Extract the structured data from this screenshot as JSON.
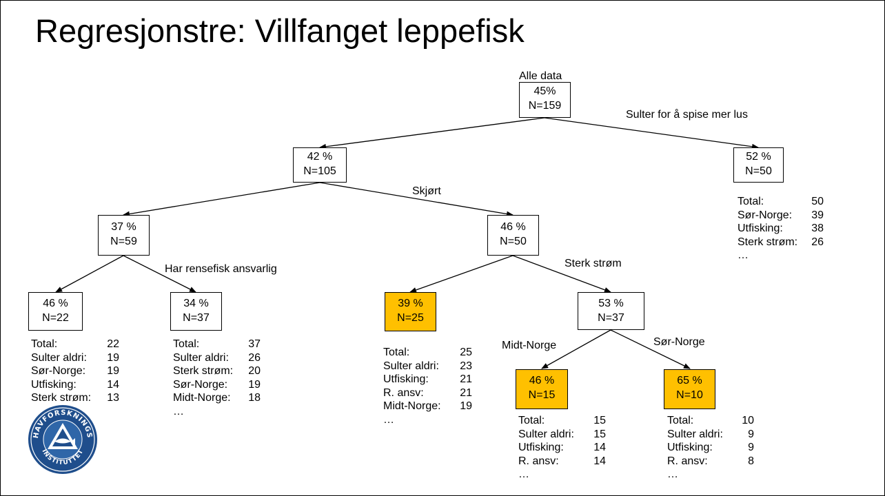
{
  "title": "Regresjonstre: Villfanget leppefisk",
  "root_label": "Alle data",
  "nodes": {
    "root": {
      "pct": "45%",
      "n": "N=159"
    },
    "n42": {
      "pct": "42 %",
      "n": "N=105"
    },
    "n52": {
      "pct": "52 %",
      "n": "N=50"
    },
    "n37": {
      "pct": "37 %",
      "n": "N=59"
    },
    "n46": {
      "pct": "46 %",
      "n": "N=50"
    },
    "n46b": {
      "pct": "46 %",
      "n": "N=22"
    },
    "n34": {
      "pct": "34 %",
      "n": "N=37"
    },
    "n39": {
      "pct": "39 %",
      "n": "N=25"
    },
    "n53": {
      "pct": "53 %",
      "n": "N=37"
    },
    "n46c": {
      "pct": "46 %",
      "n": "N=15"
    },
    "n65": {
      "pct": "65 %",
      "n": "N=10"
    }
  },
  "split_labels": {
    "sulter": "Sulter for å spise mer lus",
    "skjort": "Skjørt",
    "rensefisk": "Har rensefisk ansvarlig",
    "sterk": "Sterk strøm",
    "midt": "Midt-Norge",
    "sor": "Sør-Norge"
  },
  "stats": {
    "s52": [
      [
        "Total:",
        "50"
      ],
      [
        "Sør-Norge:",
        "39"
      ],
      [
        "Utfisking:",
        "38"
      ],
      [
        "Sterk strøm:",
        "26"
      ]
    ],
    "s22": [
      [
        "Total:",
        "22"
      ],
      [
        "Sulter aldri:",
        "19"
      ],
      [
        "Sør-Norge:",
        "19"
      ],
      [
        "Utfisking:",
        "14"
      ],
      [
        "Sterk strøm:",
        "13"
      ]
    ],
    "s37": [
      [
        "Total:",
        "37"
      ],
      [
        "Sulter aldri:",
        "26"
      ],
      [
        "Sterk strøm:",
        "20"
      ],
      [
        "Sør-Norge:",
        "19"
      ],
      [
        "Midt-Norge:",
        "18"
      ]
    ],
    "s25": [
      [
        "Total:",
        "25"
      ],
      [
        "Sulter aldri:",
        "23"
      ],
      [
        "Utfisking:",
        "21"
      ],
      [
        "R. ansv:",
        "21"
      ],
      [
        "Midt-Norge:",
        "19"
      ]
    ],
    "s15": [
      [
        "Total:",
        "15"
      ],
      [
        "Sulter aldri:",
        "15"
      ],
      [
        "Utfisking:",
        "14"
      ],
      [
        "R. ansv:",
        "14"
      ]
    ],
    "s10": [
      [
        "Total:",
        "10"
      ],
      [
        "Sulter aldri:",
        "9"
      ],
      [
        "Utfisking:",
        "9"
      ],
      [
        "R. ansv:",
        "8"
      ]
    ]
  },
  "ellipsis": "…",
  "colors": {
    "highlight": "#ffc000",
    "line": "#000000",
    "logo": "#1f4e8c"
  }
}
